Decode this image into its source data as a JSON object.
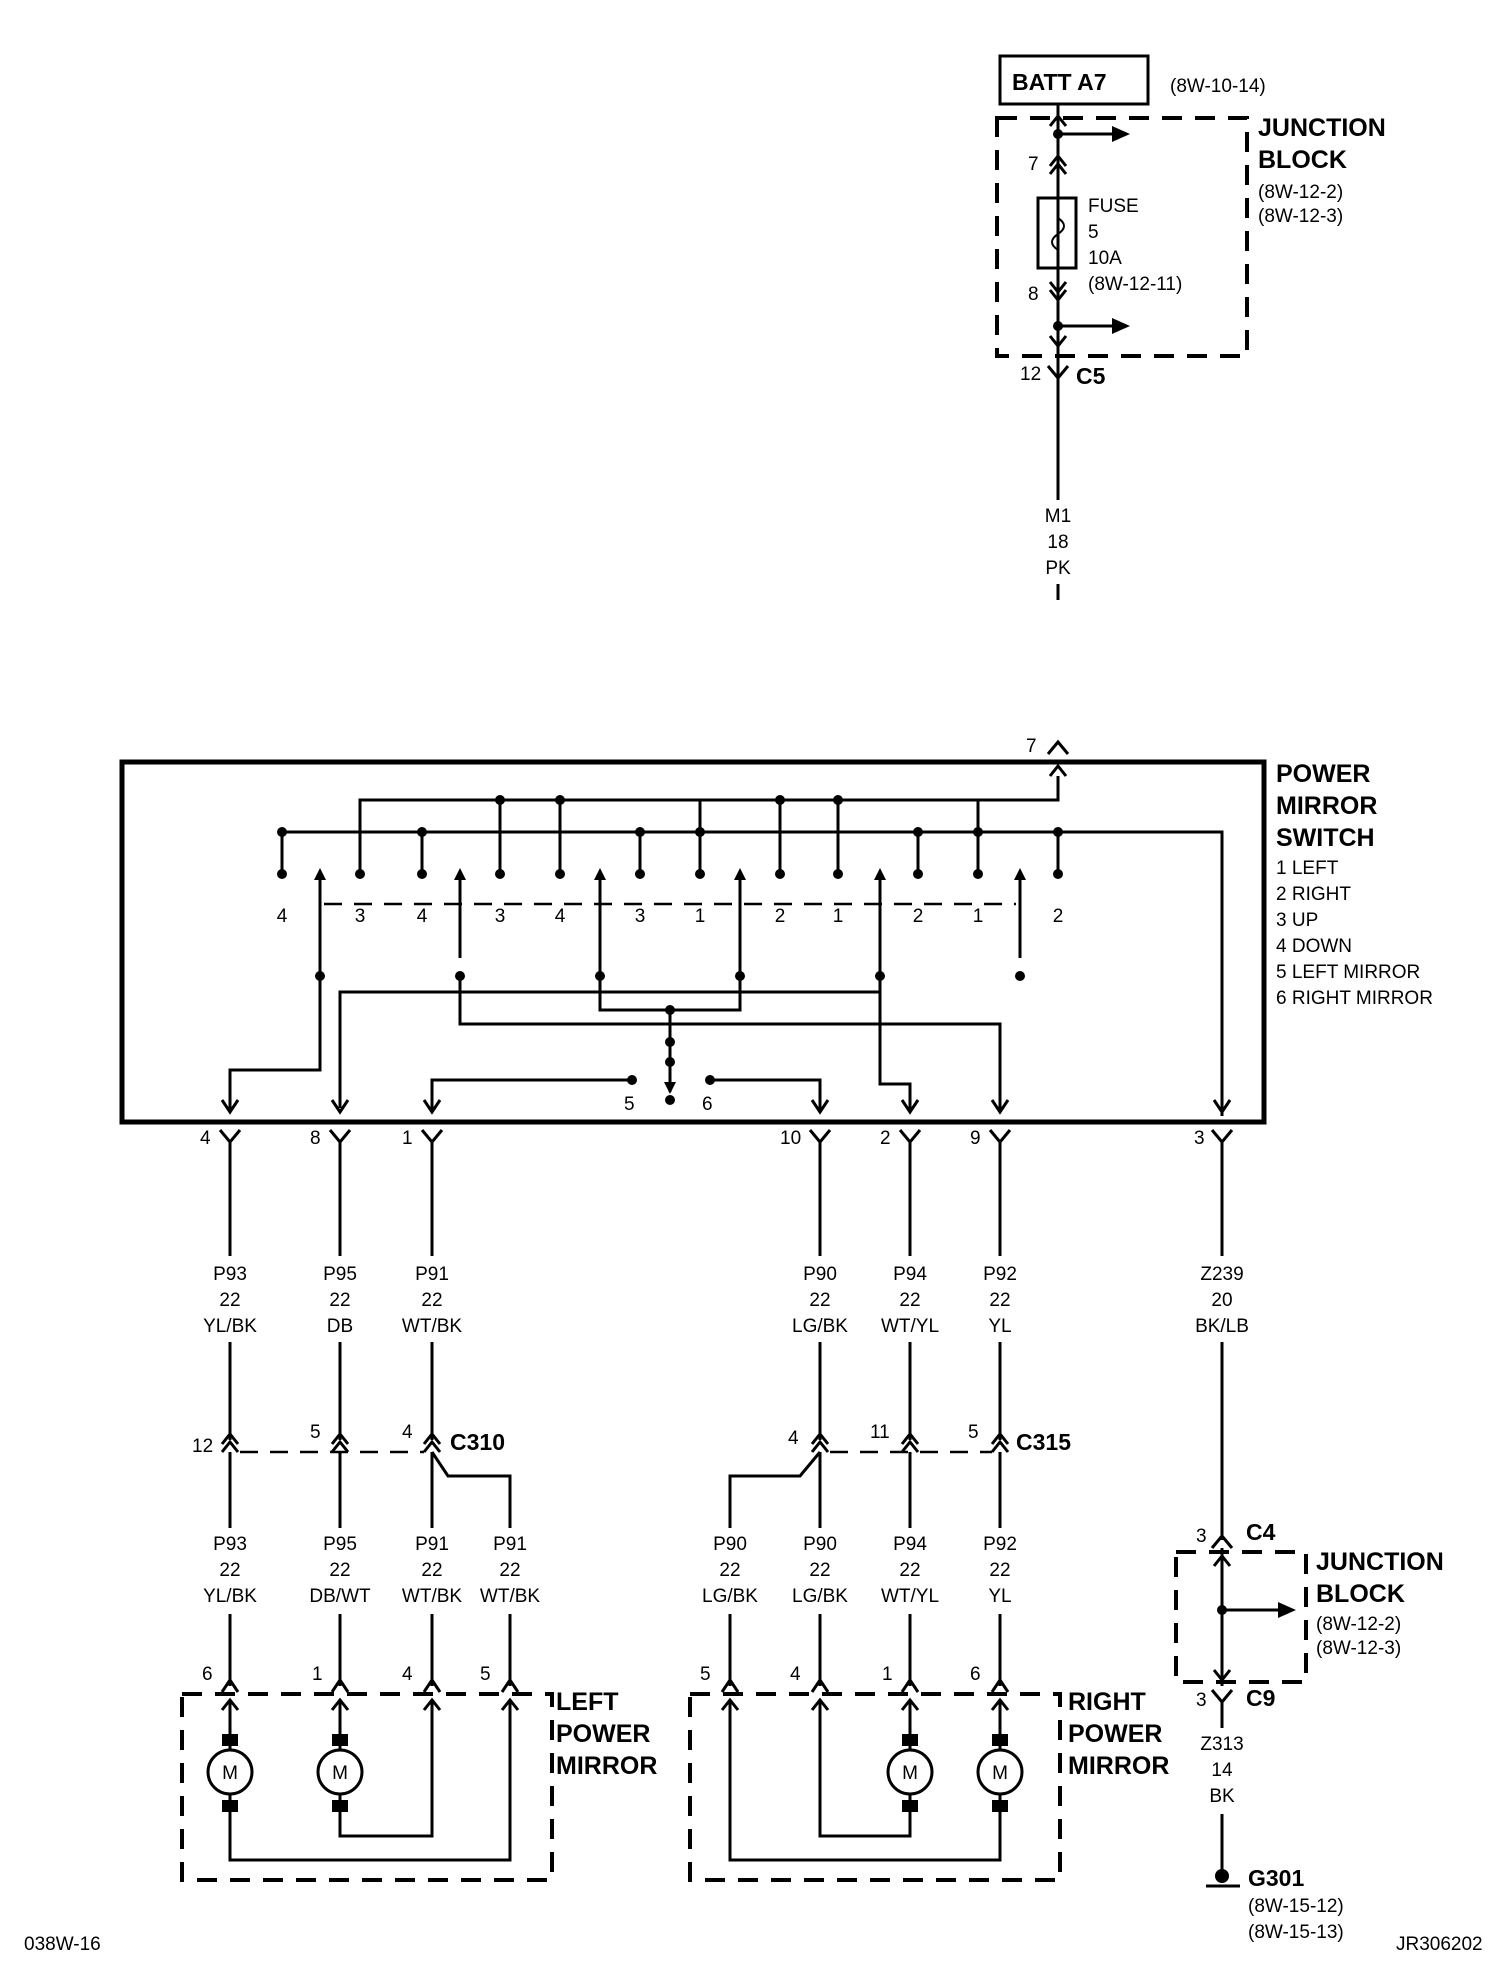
{
  "batt": {
    "label": "BATT A7",
    "ref": "(8W-10-14)"
  },
  "top_junction_block": {
    "title": [
      "JUNCTION",
      "BLOCK"
    ],
    "refs": [
      "(8W-12-2)",
      "(8W-12-3)"
    ],
    "pin_in": "7",
    "pin_out": "8",
    "fuse": {
      "label": "FUSE",
      "number": "5",
      "rating": "10A",
      "ref": "(8W-12-11)"
    }
  },
  "c5": {
    "pin": "12",
    "name": "C5"
  },
  "feed_wire": {
    "circuit": "M1",
    "gauge": "18",
    "color": "PK"
  },
  "switch": {
    "title": [
      "POWER",
      "MIRROR",
      "SWITCH"
    ],
    "legend": [
      "1 LEFT",
      "2 RIGHT",
      "3 UP",
      "4 DOWN",
      "5 LEFT MIRROR",
      "6 RIGHT MIRROR"
    ],
    "input_pin": "7",
    "contact_labels": [
      "4",
      "3",
      "4",
      "3",
      "4",
      "3",
      "1",
      "2",
      "1",
      "2",
      "1",
      "2"
    ],
    "selector_labels": [
      "5",
      "6"
    ],
    "output_pins": [
      "4",
      "8",
      "1",
      "10",
      "2",
      "9",
      "3"
    ]
  },
  "upper_wires": [
    {
      "circuit": "P93",
      "gauge": "22",
      "color": "YL/BK"
    },
    {
      "circuit": "P95",
      "gauge": "22",
      "color": "DB"
    },
    {
      "circuit": "P91",
      "gauge": "22",
      "color": "WT/BK"
    },
    {
      "circuit": "P90",
      "gauge": "22",
      "color": "LG/BK"
    },
    {
      "circuit": "P94",
      "gauge": "22",
      "color": "WT/YL"
    },
    {
      "circuit": "P92",
      "gauge": "22",
      "color": "YL"
    },
    {
      "circuit": "Z239",
      "gauge": "20",
      "color": "BK/LB"
    }
  ],
  "c310": {
    "name": "C310",
    "pins": [
      "12",
      "5",
      "4"
    ]
  },
  "c315": {
    "name": "C315",
    "pins": [
      "4",
      "11",
      "5"
    ]
  },
  "lower_wires": [
    {
      "circuit": "P93",
      "gauge": "22",
      "color": "YL/BK"
    },
    {
      "circuit": "P95",
      "gauge": "22",
      "color": "DB/WT"
    },
    {
      "circuit": "P91",
      "gauge": "22",
      "color": "WT/BK"
    },
    {
      "circuit": "P91",
      "gauge": "22",
      "color": "WT/BK"
    },
    {
      "circuit": "P90",
      "gauge": "22",
      "color": "LG/BK"
    },
    {
      "circuit": "P90",
      "gauge": "22",
      "color": "LG/BK"
    },
    {
      "circuit": "P94",
      "gauge": "22",
      "color": "WT/YL"
    },
    {
      "circuit": "P92",
      "gauge": "22",
      "color": "YL"
    }
  ],
  "left_mirror": {
    "title": [
      "LEFT",
      "POWER",
      "MIRROR"
    ],
    "pins": [
      "6",
      "1",
      "4",
      "5"
    ],
    "motor_label": "M"
  },
  "right_mirror": {
    "title": [
      "RIGHT",
      "POWER",
      "MIRROR"
    ],
    "pins": [
      "5",
      "4",
      "1",
      "6"
    ],
    "motor_label": "M"
  },
  "bottom_junction_block": {
    "title": [
      "JUNCTION",
      "BLOCK"
    ],
    "refs": [
      "(8W-12-2)",
      "(8W-12-3)"
    ],
    "c4": {
      "pin": "3",
      "name": "C4"
    },
    "c9": {
      "pin": "3",
      "name": "C9"
    }
  },
  "ground_wire": {
    "circuit": "Z313",
    "gauge": "14",
    "color": "BK"
  },
  "ground": {
    "name": "G301",
    "refs": [
      "(8W-15-12)",
      "(8W-15-13)"
    ]
  },
  "footer": {
    "left": "038W-16",
    "right": "JR306202"
  }
}
